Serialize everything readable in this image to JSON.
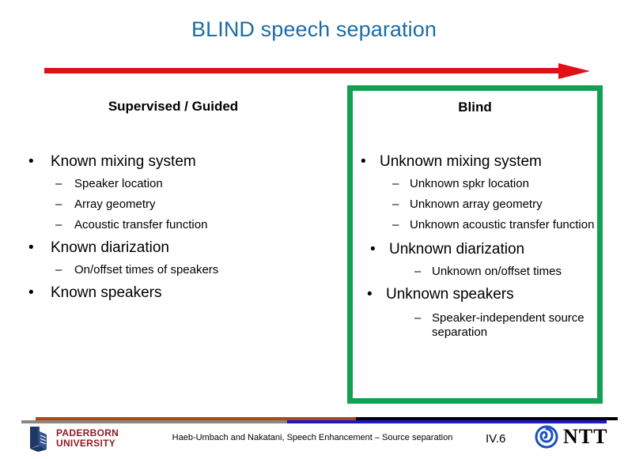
{
  "slide": {
    "title": "BLIND speech separation",
    "title_color": "#1A6DA8",
    "arrow_color": "#E11016",
    "box_color": "#12A052"
  },
  "left_column": {
    "heading": "Supervised / Guided",
    "items": [
      {
        "level": 1,
        "text": "Known mixing system"
      },
      {
        "level": 2,
        "text": "Speaker location"
      },
      {
        "level": 2,
        "text": "Array geometry"
      },
      {
        "level": 2,
        "text": "Acoustic transfer function"
      },
      {
        "level": 1,
        "text": "Known diarization"
      },
      {
        "level": 2,
        "text": "On/offset times of speakers"
      },
      {
        "level": 1,
        "text": "Known speakers"
      }
    ]
  },
  "right_column": {
    "heading": "Blind",
    "items": [
      {
        "level": 1,
        "text": "Unknown mixing system"
      },
      {
        "level": 2,
        "text": "Unknown spkr location"
      },
      {
        "level": 2,
        "text": "Unknown array geometry"
      },
      {
        "level": 2,
        "text": "Unknown acoustic transfer function"
      },
      {
        "level": 1,
        "text": "Unknown diarization"
      },
      {
        "level": 2,
        "text": "Unknown on/offset times"
      },
      {
        "level": 1,
        "text": "Unknown speakers"
      },
      {
        "level": 2,
        "text": "Speaker-independent source separation"
      }
    ]
  },
  "bullets": {
    "level1_glyph": "•",
    "level2_glyph": "–"
  },
  "footer": {
    "credit": "Haeb-Umbach and Nakatani, Speech Enhancement – Source separation",
    "page_number": "IV.6",
    "paderborn_line1": "PADERBORN",
    "paderborn_line2": "UNIVERSITY",
    "ntt_text": "NTT",
    "rule_top_left_color": "#B4441B",
    "rule_top_right_color": "#000000",
    "rule_bottom_left_color": "#8C8781",
    "rule_bottom_right_color": "#1B18C4",
    "paderborn_text_color": "#8E1C22",
    "ntt_mark_color": "#1B4FBE"
  }
}
